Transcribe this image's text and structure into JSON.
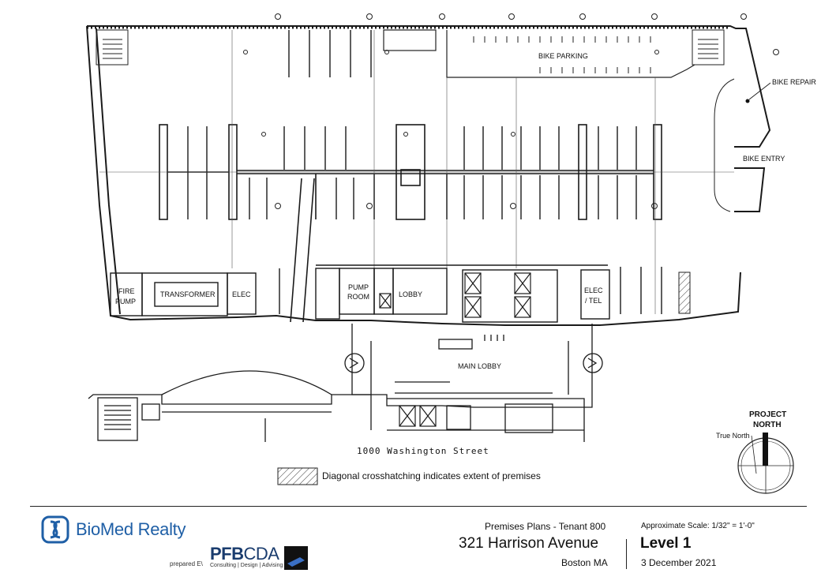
{
  "plan": {
    "rooms": {
      "bike_parking": "BIKE PARKING",
      "bike_repair": "BIKE REPAIR",
      "bike_entry": "BIKE ENTRY",
      "fire_pump_1": "FIRE",
      "fire_pump_2": "PUMP",
      "transformer": "TRANSFORMER",
      "elec": "ELEC",
      "pump_room_1": "PUMP",
      "pump_room_2": "ROOM",
      "lobby": "LOBBY",
      "elec_tel_1": "ELEC",
      "elec_tel_2": "/ TEL",
      "main_lobby": "MAIN LOBBY"
    },
    "street": "1000 Washington Street",
    "legend": "Diagonal crosshatching indicates extent of premises",
    "north": {
      "project_1": "PROJECT",
      "project_2": "NORTH",
      "true_north": "True North"
    }
  },
  "footer": {
    "brand": "BioMed Realty",
    "prepared_by": "prepared E\\",
    "firm_name_a": "PFB",
    "firm_name_b": "CDA",
    "firm_tagline": "Consulting | Design | Advising",
    "doc_title": "Premises Plans - Tenant 800",
    "address": "321 Harrison Avenue",
    "city": "Boston  MA",
    "scale": "Approximate Scale:  1/32\" = 1'-0\"",
    "level": "Level 1",
    "date": "3 December 2021"
  },
  "colors": {
    "brand_blue": "#1f5fa6",
    "firm_navy": "#1a3c6e",
    "line": "#1a1a1a"
  }
}
